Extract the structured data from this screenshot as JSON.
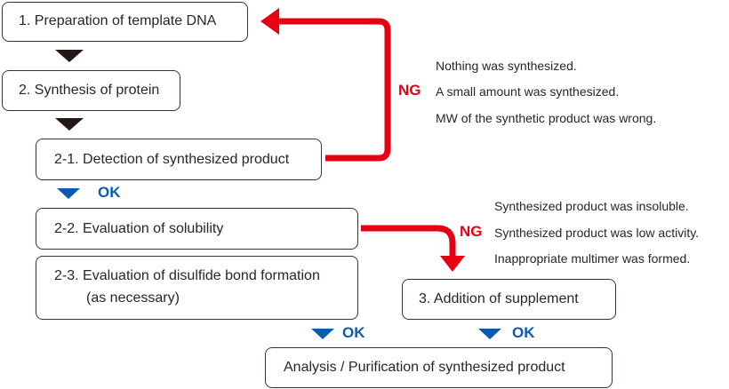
{
  "steps": {
    "step1": "1. Preparation of template DNA",
    "step2": "2. Synthesis of protein",
    "step2_1": "2-1. Detection of synthesized product",
    "step2_2": "2-2. Evaluation of solubility",
    "step2_3_line1": "2-3. Evaluation of disulfide bond formation",
    "step2_3_line2": "(as necessary)",
    "step3": "3. Addition of supplement",
    "final": "Analysis / Purification of synthesized product"
  },
  "labels": {
    "ok": "OK",
    "ng": "NG"
  },
  "ng_detection_reasons": [
    "Nothing was synthesized.",
    "A small amount was synthesized.",
    "MW of the synthetic product was wrong."
  ],
  "ng_evaluation_reasons": [
    "Synthesized product was insoluble.",
    "Synthesized product was low activity.",
    "Inappropriate multimer was formed."
  ],
  "colors": {
    "ng": "#e60012",
    "ok": "#0a5cae",
    "flow": "#231815"
  }
}
